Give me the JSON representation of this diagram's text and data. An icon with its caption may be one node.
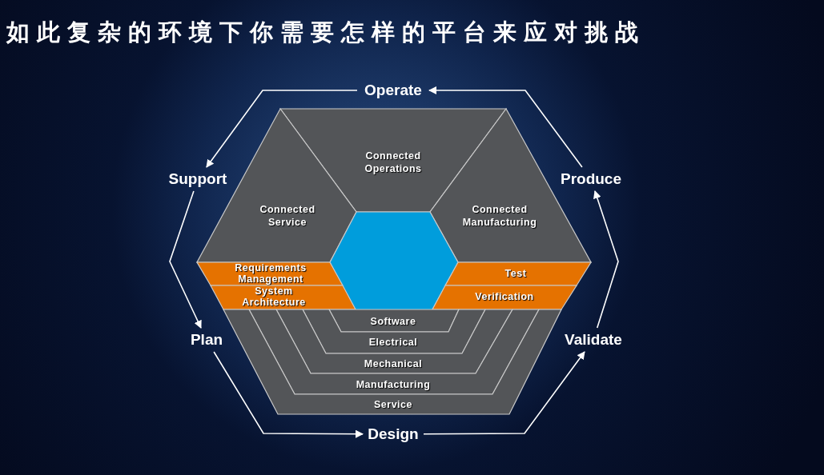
{
  "diagram": {
    "title": "如此复杂的环境下你需要怎样的平台来应对挑战",
    "nodes": [
      {
        "text": [
          "Operate"
        ]
      },
      {
        "text": [
          "Connected Operations"
        ]
      },
      {
        "text": [
          "Support"
        ]
      },
      {
        "text": [
          "Connected Service"
        ]
      },
      {
        "text": [
          "Connected Manufacturing"
        ]
      },
      {
        "text": [
          "Produce"
        ]
      },
      {
        "text": [],
        "shape": "hexagon"
      },
      {
        "text": [
          "Requirements Management"
        ]
      },
      {
        "text": [
          "Test"
        ]
      },
      {
        "text": [
          "System Architecture"
        ]
      },
      {
        "text": [
          "Verification"
        ]
      },
      {
        "text": [
          "Software"
        ]
      },
      {
        "text": [
          "Electrical"
        ]
      },
      {
        "text": [
          "Plan"
        ]
      },
      {
        "text": [
          "Validate"
        ]
      },
      {
        "text": [
          "Mechanical"
        ]
      },
      {
        "text": [
          "Manufacturing"
        ]
      },
      {
        "text": [
          "Service"
        ]
      },
      {
        "text": [
          "Design"
        ]
      }
    ],
    "edges": [
      {
        "from": 0,
        "to": 2,
        "arrow": "to"
      },
      {
        "from": 2,
        "to": 13,
        "arrow": "to"
      },
      {
        "from": 13,
        "to": 18,
        "arrow": "to"
      },
      {
        "from": 18,
        "to": 14,
        "arrow": "to"
      },
      {
        "from": 14,
        "to": 5,
        "arrow": "to"
      },
      {
        "from": 5,
        "to": 0,
        "arrow": "to"
      }
    ]
  }
}
